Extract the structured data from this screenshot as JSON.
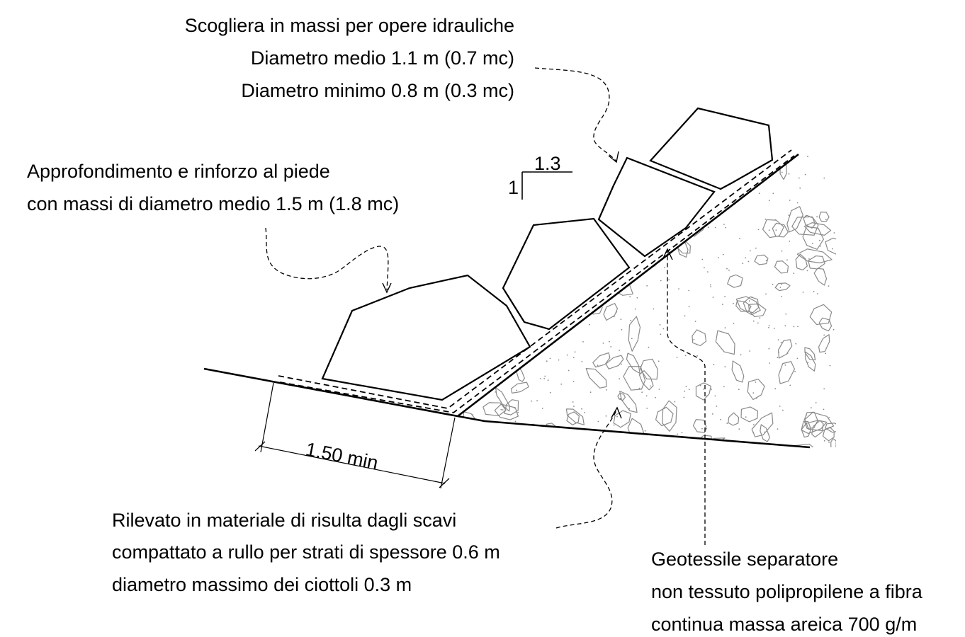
{
  "labels": {
    "scogliera": {
      "line1": "Scogliera in massi per opere idrauliche",
      "line2": "Diametro medio 1.1 m (0.7 mc)",
      "line3": "Diametro minimo 0.8 m (0.3 mc)"
    },
    "piede": {
      "line1": "Approfondimento e rinforzo al piede",
      "line2": "con massi di diametro medio 1.5 m (1.8 mc)"
    },
    "slope": {
      "horizontal": "1.3",
      "vertical": "1"
    },
    "dimension": "1.50 min",
    "rilevato": {
      "line1": "Rilevato in materiale di risulta dagli scavi",
      "line2": "compattato a rullo per strati di spessore 0.6 m",
      "line3": "diametro massimo dei ciottoli 0.3 m"
    },
    "geotessile": {
      "line1": "Geotessile separatore",
      "line2": "non tessuto polipropilene a fibra",
      "line3": "continua massa areica 700 g/m"
    }
  }
}
